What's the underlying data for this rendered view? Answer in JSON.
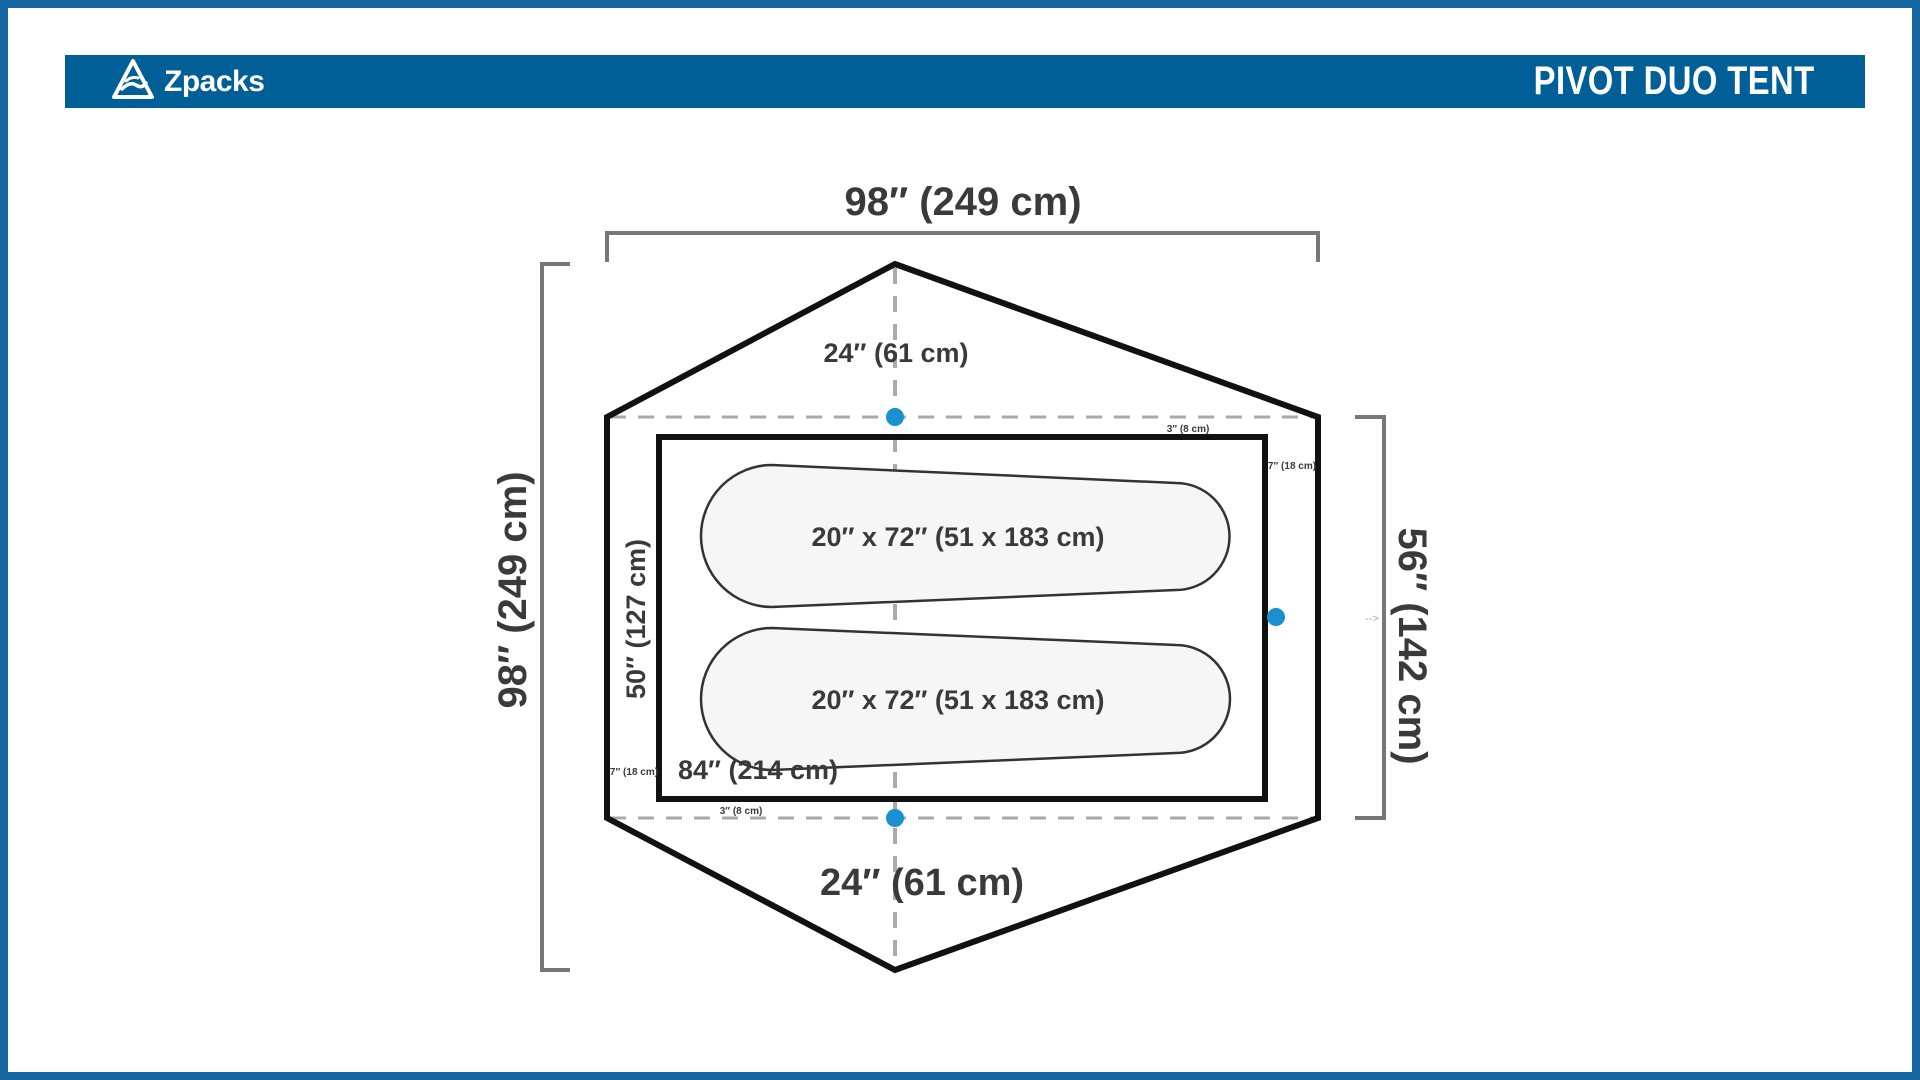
{
  "header": {
    "brand": "Zpacks",
    "title": "PIVOT DUO TENT",
    "logo_icon": "mountain-logo-icon"
  },
  "colors": {
    "brand_blue": "#005f96",
    "border_blue": "#1565a0",
    "stake_point": "#1a8fd1",
    "outline": "#111111",
    "dimension_line": "#777777"
  },
  "dimensions": {
    "overall_width": "98″ (249 cm)",
    "overall_length": "98″ (249 cm)",
    "vestibule_top": "24″ (61 cm)",
    "vestibule_bottom": "24″ (61 cm)",
    "side_height": "56″ (142 cm)",
    "floor_width": "50″ (127 cm)",
    "floor_length": "84″ (214 cm)",
    "pad_top": "20″ x 72″ (51 x 183 cm)",
    "pad_bottom": "20″ x 72″ (51 x 183 cm)",
    "gap_top_right": "3″ (8 cm)",
    "gap_right_top": "7″ (18 cm)",
    "gap_left_bottom": "7″ (18 cm)",
    "gap_bottom_left": "3″ (8 cm)",
    "arrow_hint": "-->"
  }
}
